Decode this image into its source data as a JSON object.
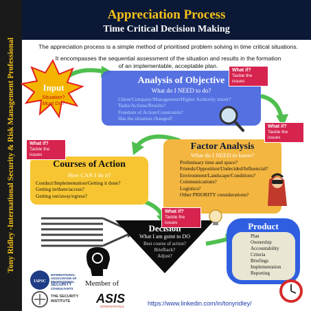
{
  "sidebar": {
    "text": "Tony Ridley -International Security & Risk Management Professional"
  },
  "header": {
    "title": "Appreciation Process",
    "subtitle": "Time Critical Decision Making"
  },
  "intro": {
    "line1": "The appreciation process is a simple method of prioritised problem solving in time critical situations.",
    "line2": "It encompasses the sequential assessment of the situation and results in the formation of an implementable, acceptable plan."
  },
  "input": {
    "title": "Input",
    "line1": "Situation?",
    "line2": "Must Do?"
  },
  "analysis": {
    "title": "Analysis of Objective",
    "question": "What do I NEED to do?",
    "items": [
      "Client/Company/Management/Higher Authority intent?",
      "Tasks/Actions/Results?",
      "Freedom of Action/Constraints?",
      "Has the situation changed?"
    ]
  },
  "factor": {
    "title": "Factor Analysis",
    "question": "What do I NEED to know?",
    "items": [
      "Preliminary time and space?",
      "Friends/Opposition/Undecided/Influencial?",
      "Environment/Landscape/Conditions?",
      "Communications?",
      "Logistics?",
      "Other PRIORITY considerations?"
    ]
  },
  "courses": {
    "title": "Courses of Action",
    "question": "How CAN I do it?",
    "items": [
      "Conduct/Implementation/Getting it done?",
      "Getting in/there/access?",
      "Getting out/away/egress?"
    ]
  },
  "decision": {
    "title": "Decision",
    "question": "What I am goint to DO",
    "items": [
      "Best course of action?",
      "Briefback?",
      "Adjust?"
    ]
  },
  "product": {
    "title": "Product",
    "items": [
      "Plan",
      "Ownership",
      "Accountability",
      "Criteria",
      "Briefings",
      "Implementation",
      "Reporting"
    ]
  },
  "whatif": {
    "title": "What if?",
    "text": "Tackle the issues"
  },
  "member": {
    "label": "Member of"
  },
  "logos": {
    "iapsc": "IAPSC",
    "iapsc_text": [
      "INTERNATIONAL",
      "ASSOCIATION OF",
      "PROFESSIONAL",
      "SECURITY",
      "CONSULTANTS"
    ],
    "security_institute": [
      "THE SECURITY",
      "INSTITUTE"
    ],
    "asis": "ASIS",
    "asis_sub": "INTERNATIONAL"
  },
  "link": "https://www.linkedin.com/in/tonyridley/",
  "colors": {
    "sidebar": "#1a1a1a",
    "sidebar_text": "#f5c21a",
    "header": "#0b1836",
    "title": "#f5c21a",
    "arrow_green": "#4fbf4f",
    "analysis_box": "#4c68df",
    "factor_box": "#f3b640",
    "courses_box": "#f6c531",
    "decision_box": "#0d0d0d",
    "product_box": "#2f5fe0",
    "whatif": "#d6244f"
  }
}
